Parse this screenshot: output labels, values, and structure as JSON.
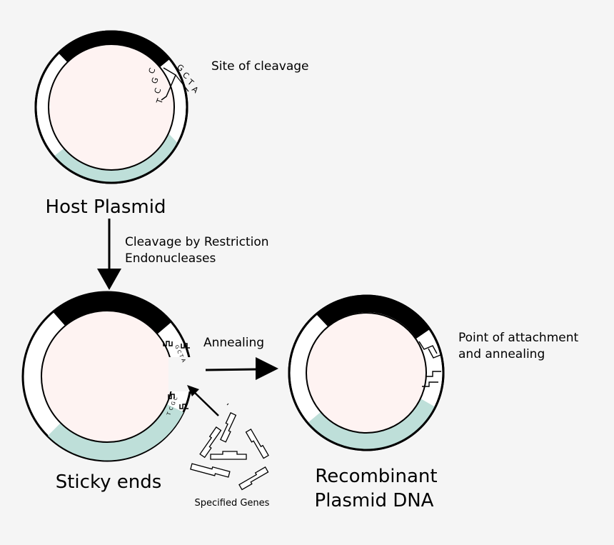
{
  "colors": {
    "background": "#f5f5f5",
    "plasmid_inner": "#fef3f2",
    "plasmid_ring": "#ffffff",
    "gene_region": "#000000",
    "marker_region": "#bedfd9"
  },
  "labels": {
    "site_of_cleavage": "Site of cleavage",
    "host_plasmid": "Host Plasmid",
    "cleavage_line1": "Cleavage by Restriction",
    "cleavage_line2": "Endonucleases",
    "annealing": "Annealing",
    "point_line1": "Point of attachment",
    "point_line2": "and annealing",
    "sticky_ends": "Sticky ends",
    "recombinant_line1": "Recombinant",
    "recombinant_line2": "Plasmid DNA",
    "specified_genes": "Specified Genes"
  },
  "sequence": {
    "top": [
      "G",
      "C",
      "T",
      "A"
    ],
    "bottom": [
      "T",
      "C",
      "G",
      "C"
    ]
  },
  "sticky_sequence": {
    "top": [
      "G",
      "C",
      "T",
      "A"
    ],
    "bottom": [
      "T",
      "C",
      "G",
      "C"
    ]
  }
}
